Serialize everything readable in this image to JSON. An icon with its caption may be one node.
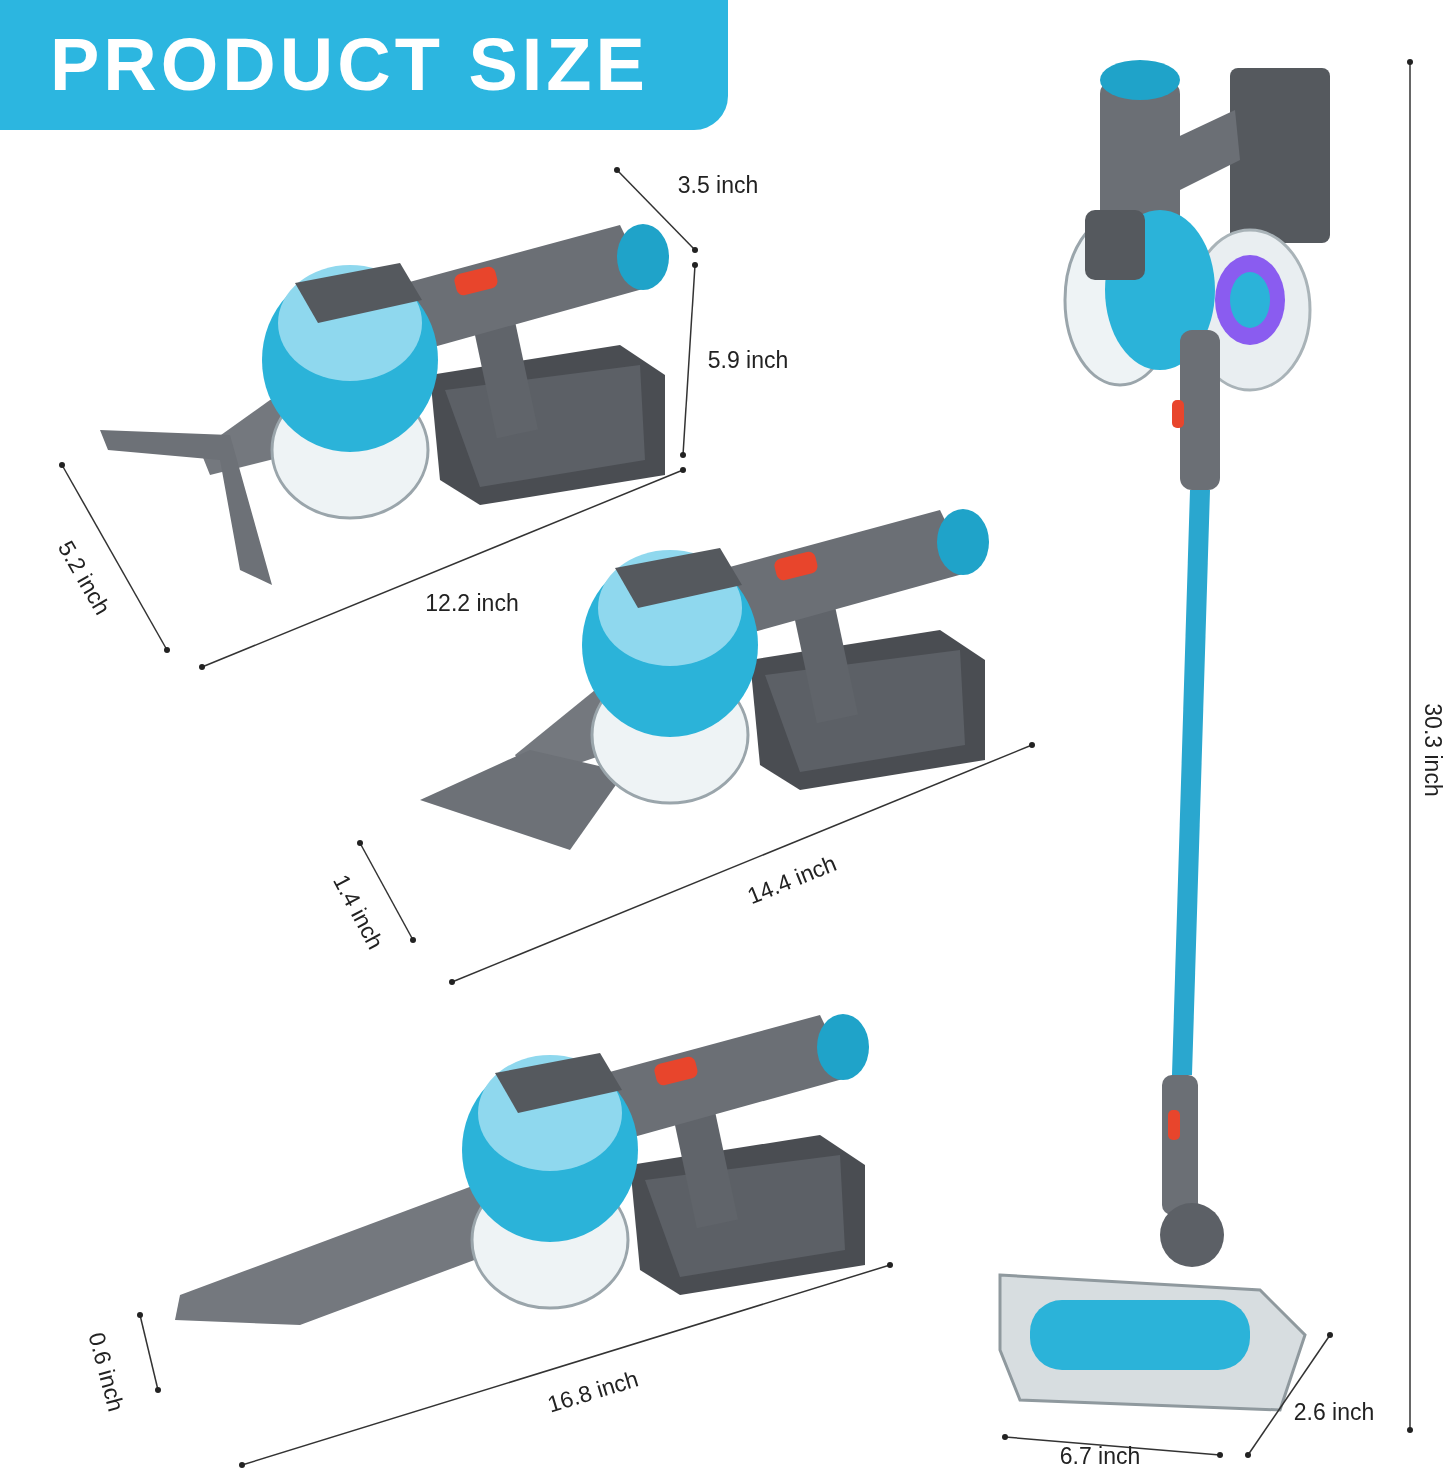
{
  "diagram": {
    "title": "PRODUCT SIZE",
    "labels": [
      "3.5 inch",
      "5.9 inch",
      "5.2 inch",
      "12.2 inch",
      "30.3 inch",
      "14.4 inch",
      "1.4 inch",
      "0.6 inch",
      "16.8 inch",
      "2.6 inch",
      "6.7 inch"
    ]
  }
}
